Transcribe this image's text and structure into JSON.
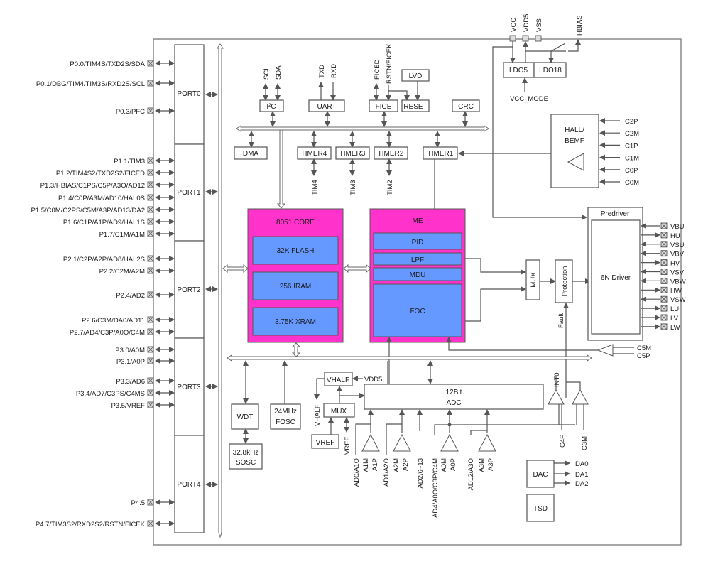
{
  "colors": {
    "core_fill": "#ff33cc",
    "block_fill": "#6699ff",
    "line": "#555555"
  },
  "ports": {
    "port0": {
      "label": "PORT0",
      "pins": [
        "P0.0/TIM4S/TXD2S/SDA",
        "P0.1/DBG/TIM4/TIM3S/RXD2S/SCL",
        "P0.3/PFC"
      ]
    },
    "port1": {
      "label": "PORT1",
      "pins": [
        "P1.1/TIM3",
        "P1.2/TIM4S2/TXD2S2/FICED",
        "P1.3/HBIAS/C1PS/C5P/A3O/AD12",
        "P1.4/C0P/A3M/AD10/HAL0S",
        "P1.5/C0M/C2PS/C5M/A3P/AD13/DA2",
        "P1.6/C1P/A1P/AD9/HAL1S",
        "P1.7/C1M/A1M"
      ]
    },
    "port2": {
      "label": "PORT2",
      "pins": [
        "P2.1/C2P/A2P/AD8/HAL2S",
        "P2.2/C2M/A2M",
        "P2.4/AD2",
        "P2.6/C3M/DA0/AD11",
        "P2.7/AD4/C3P/A0O/C4M"
      ]
    },
    "port3": {
      "label": "PORT3",
      "pins": [
        "P3.0/A0M",
        "P3.1/A0P",
        "P3.3/AD6",
        "P3.4/AD7/C3PS/C4MS",
        "P3.5/VREF"
      ]
    },
    "port4": {
      "label": "PORT4",
      "pins": [
        "P4.5",
        "P4.7/TIM3S2/RXD2S2/RSTN/FICEK"
      ]
    }
  },
  "peripherals": {
    "i2c": {
      "label": "I²C",
      "signals": [
        "SCL",
        "SDA"
      ]
    },
    "uart": {
      "label": "UART",
      "signals": [
        "TXD",
        "RXD"
      ]
    },
    "fice": {
      "label": "FICE",
      "signals": [
        "FICED",
        "RSTN/FICEK"
      ]
    },
    "reset": {
      "label": "RESET"
    },
    "lvd": {
      "label": "LVD"
    },
    "crc": {
      "label": "CRC"
    },
    "dma": {
      "label": "DMA"
    },
    "timer4": {
      "label": "TIMER4",
      "signal": "TIM4"
    },
    "timer3": {
      "label": "TIMER3",
      "signal": "TIM3"
    },
    "timer2": {
      "label": "TIMER2",
      "signal": "TIM2"
    },
    "timer1": {
      "label": "TIMER1"
    }
  },
  "power": {
    "pins": [
      "VCC",
      "VDD5",
      "VSS"
    ],
    "hbias": "HBIAS",
    "ldo5": "LDO5",
    "ldo18": "LDO18",
    "vcc_mode": "VCC_MODE"
  },
  "hall": {
    "label_line1": "HALL/",
    "label_line2": "BEMF",
    "inputs": [
      "C2P",
      "C2M",
      "C1P",
      "C1M",
      "C0P",
      "C0M"
    ]
  },
  "core": {
    "title": "8051 CORE",
    "blocks": [
      "32K FLASH",
      "256 IRAM",
      "3.75K XRAM"
    ]
  },
  "me": {
    "title": "ME",
    "blocks": [
      "PID",
      "LPF",
      "MDU",
      "FOC"
    ]
  },
  "driver": {
    "predriver": "Predriver",
    "driver": "6N Driver",
    "mux": "MUX",
    "protection": "Protection",
    "fault": "Fault",
    "pins": [
      {
        "name": "VBU",
        "dir": "in"
      },
      {
        "name": "HU",
        "dir": "out"
      },
      {
        "name": "VSU",
        "dir": "in"
      },
      {
        "name": "VBV",
        "dir": "in"
      },
      {
        "name": "HV",
        "dir": "out"
      },
      {
        "name": "VSV",
        "dir": "in"
      },
      {
        "name": "VBW",
        "dir": "in"
      },
      {
        "name": "HW",
        "dir": "out"
      },
      {
        "name": "VSW",
        "dir": "in"
      },
      {
        "name": "LU",
        "dir": "out"
      },
      {
        "name": "LV",
        "dir": "out"
      },
      {
        "name": "LW",
        "dir": "out"
      }
    ],
    "comparator_inputs": [
      "C5M",
      "C5P"
    ]
  },
  "clocks": {
    "wdt": "WDT",
    "fosc_line1": "24MHz",
    "fosc_line2": "FOSC",
    "sosc_line1": "32.8kHz",
    "sosc_line2": "SOSC"
  },
  "analog": {
    "vhalf": "VHALF",
    "vdd5": "VDD5",
    "vhalf_out": "VHALF",
    "mux": "MUX",
    "vref": "VREF",
    "vref_pin": "VREF",
    "adc_line1": "12Bit",
    "adc_line2": "ADC",
    "adc_inputs": [
      "AD0/A1O",
      "A1M",
      "A1P",
      "AD1/A2O",
      "A2M",
      "A2P",
      "AD2/6~13",
      "AD4/A0O/C3P/C4M",
      "A0M",
      "A0P",
      "AD12/A3O",
      "A3M",
      "A3P"
    ],
    "int0": "INT0",
    "c4p": "C4P",
    "c3m": "C3M"
  },
  "dac": {
    "label": "DAC",
    "outputs": [
      "DA0",
      "DA1",
      "DA2"
    ]
  },
  "tsd": {
    "label": "TSD"
  }
}
